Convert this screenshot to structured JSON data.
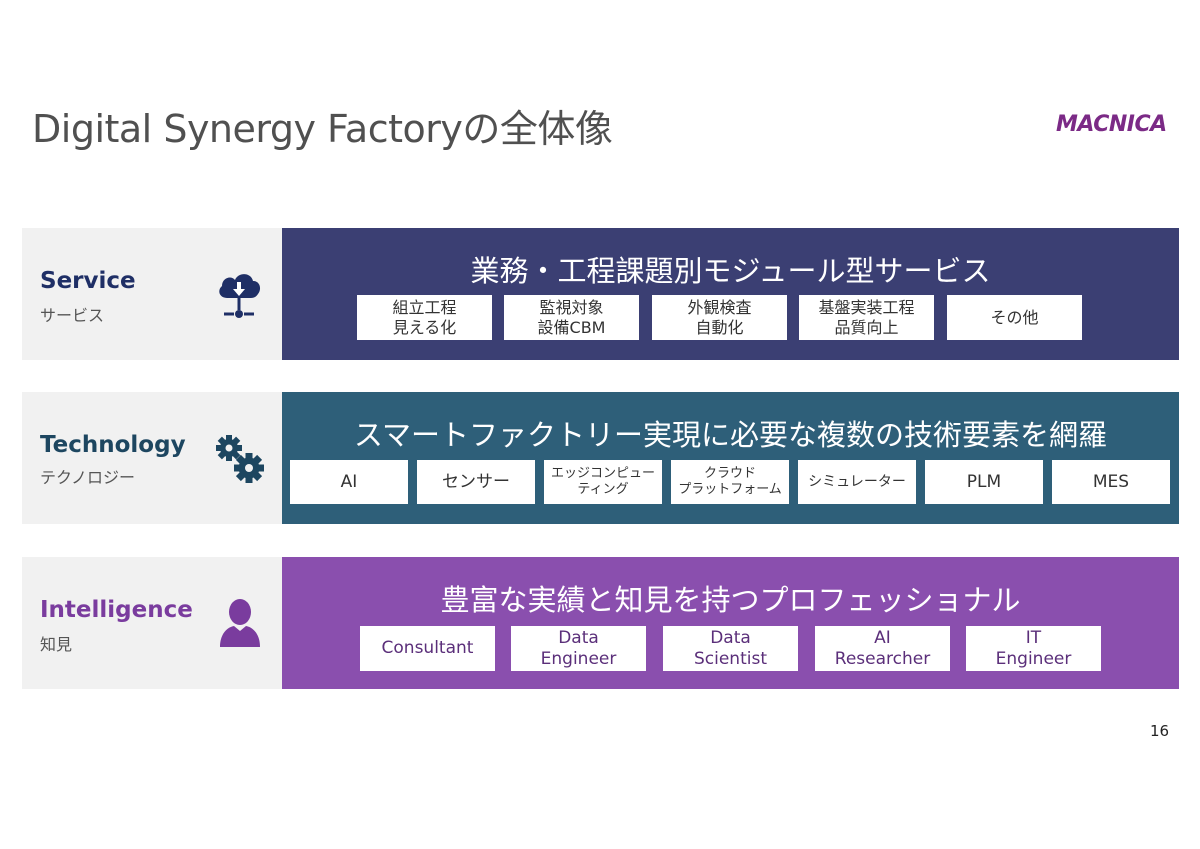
{
  "slide": {
    "title": "Digital Synergy Factoryの全体像",
    "logo": "MACNICA",
    "page_number": "16"
  },
  "colors": {
    "service": "#3b3f73",
    "technology": "#2e5f79",
    "intelligence": "#8a4fae",
    "logo": "#7b2a86",
    "left_panel": "#f1f1f1"
  },
  "service": {
    "name": "Service",
    "sub": "サービス",
    "icon": "cloud-download-icon",
    "heading": "業務・工程課題別モジュール型サービス",
    "items": [
      {
        "line1": "組立工程",
        "line2": "見える化"
      },
      {
        "line1": "監視対象",
        "line2": "設備CBM"
      },
      {
        "line1": "外観検査",
        "line2": "自動化"
      },
      {
        "line1": "基盤実装工程",
        "line2": "品質向上"
      },
      {
        "line1": "その他",
        "line2": ""
      }
    ]
  },
  "technology": {
    "name": "Technology",
    "sub": "テクノロジー",
    "icon": "gears-icon",
    "heading": "スマートファクトリー実現に必要な複数の技術要素を網羅",
    "items": [
      {
        "line1": "AI",
        "line2": ""
      },
      {
        "line1": "センサー",
        "line2": ""
      },
      {
        "line1": "エッジコンピュー",
        "line2": "ティング"
      },
      {
        "line1": "クラウド",
        "line2": "プラットフォーム"
      },
      {
        "line1": "シミュレーター",
        "line2": ""
      },
      {
        "line1": "PLM",
        "line2": ""
      },
      {
        "line1": "MES",
        "line2": ""
      }
    ]
  },
  "intelligence": {
    "name": "Intelligence",
    "sub": "知見",
    "icon": "person-icon",
    "heading": "豊富な実績と知見を持つプロフェッショナル",
    "items": [
      {
        "line1": "Consultant",
        "line2": ""
      },
      {
        "line1": "Data",
        "line2": "Engineer"
      },
      {
        "line1": "Data",
        "line2": "Scientist"
      },
      {
        "line1": "AI",
        "line2": "Researcher"
      },
      {
        "line1": "IT",
        "line2": "Engineer"
      }
    ]
  }
}
